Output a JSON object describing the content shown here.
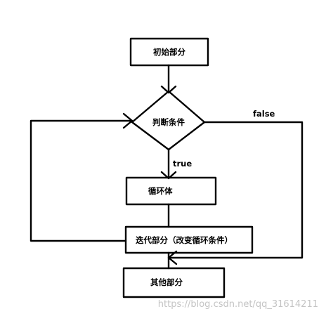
{
  "nodes": {
    "init": "初始部分",
    "condition": "判断条件",
    "loop_body": "循环体",
    "iteration": "迭代部分（改变循环条件）",
    "other": "其他部分"
  },
  "edges": {
    "true_label": "true",
    "false_label": "false"
  },
  "watermark": "https://blog.csdn.net/qq_31614211",
  "colors": {
    "ink": "#000000",
    "watermark": "#c4c4c4"
  }
}
